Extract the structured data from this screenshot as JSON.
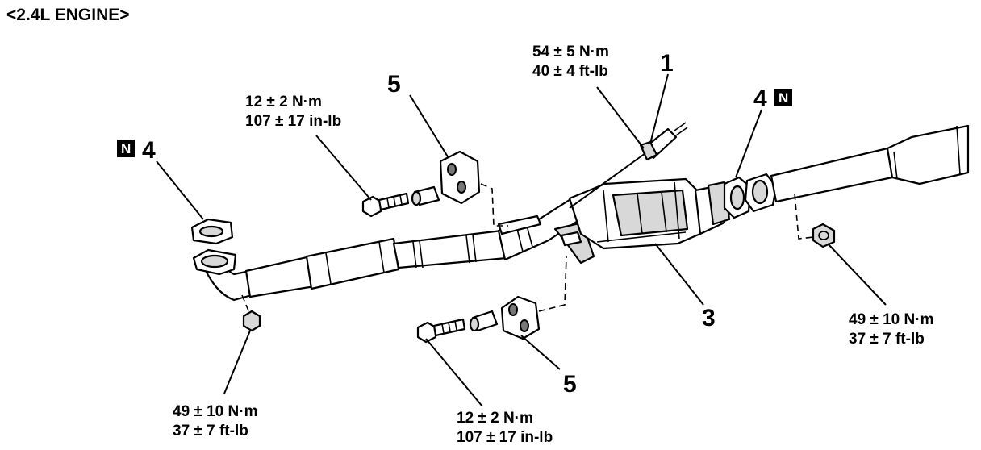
{
  "title": "<2.4L ENGINE>",
  "callouts": {
    "c1": "1",
    "c3": "3",
    "c4_left": "4",
    "c4_right": "4",
    "c5_top": "5",
    "c5_bottom": "5"
  },
  "new_part_mark": "N",
  "torques": {
    "t54": {
      "nm": "54 ± 5 N·m",
      "imp": "40 ± 4 ft-lb"
    },
    "t12_top": {
      "nm": "12 ± 2 N·m",
      "imp": "107 ± 17 in-lb"
    },
    "t12_bottom": {
      "nm": "12 ± 2 N·m",
      "imp": "107 ± 17 in-lb"
    },
    "t49_left": {
      "nm": "49 ± 10 N·m",
      "imp": "37 ± 7 ft-lb"
    },
    "t49_right": {
      "nm": "49 ± 10 N·m",
      "imp": "37 ± 7 ft-lb"
    }
  }
}
